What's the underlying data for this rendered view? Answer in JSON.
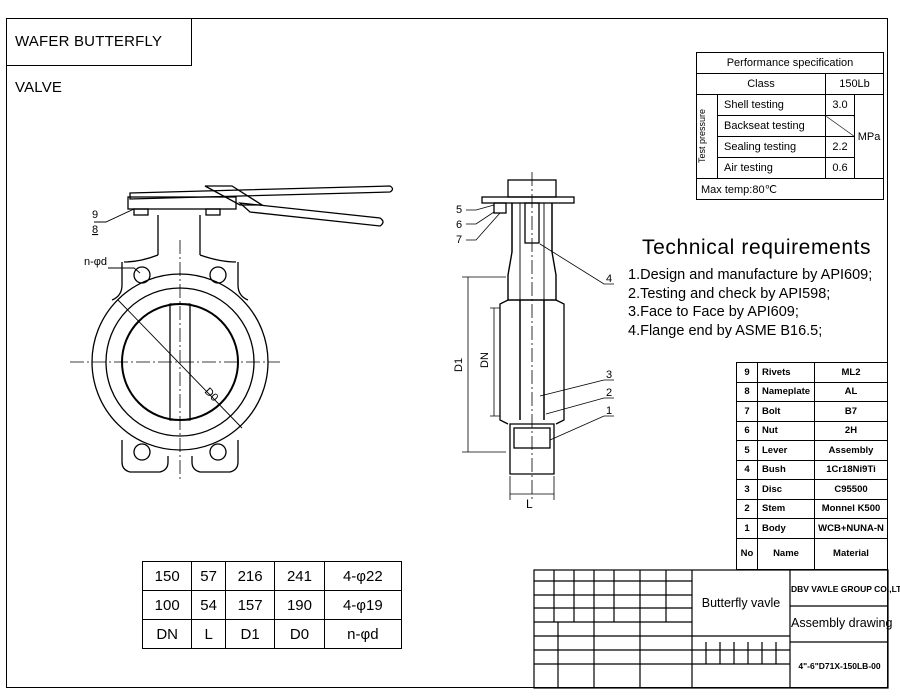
{
  "title": "WAFER BUTTERFLY VALVE",
  "performance": {
    "header": "Performance specification",
    "class_label": "Class",
    "class_value": "150Lb",
    "test_pressure_label": "Test pressure",
    "rows": [
      {
        "name": "Shell testing",
        "value": "3.0"
      },
      {
        "name": "Backseat testing",
        "value": ""
      },
      {
        "name": "Sealing testing",
        "value": "2.2"
      },
      {
        "name": "Air testing",
        "value": "0.6"
      }
    ],
    "unit": "MPa",
    "max_temp": "Max temp:80℃"
  },
  "technical": {
    "heading": "Technical requirements",
    "lines": [
      "1.Design and manufacture by API609;",
      "2.Testing and check by API598;",
      "3.Face to Face by API609;",
      "4.Flange end by ASME B16.5;"
    ]
  },
  "parts": {
    "rows": [
      {
        "no": "9",
        "name": "Rivets",
        "material": "ML2"
      },
      {
        "no": "8",
        "name": "Nameplate",
        "material": "AL"
      },
      {
        "no": "7",
        "name": "Bolt",
        "material": "B7"
      },
      {
        "no": "6",
        "name": "Nut",
        "material": "2H"
      },
      {
        "no": "5",
        "name": "Lever",
        "material": "Assembly"
      },
      {
        "no": "4",
        "name": "Bush",
        "material": "1Cr18Ni9Ti"
      },
      {
        "no": "3",
        "name": "Disc",
        "material": "C95500"
      },
      {
        "no": "2",
        "name": "Stem",
        "material": "Monnel K500"
      },
      {
        "no": "1",
        "name": "Body",
        "material": "WCB+NUNA-N"
      }
    ],
    "header": {
      "no": "No",
      "name": "Name",
      "material": "Material"
    }
  },
  "dimensions": {
    "rows": [
      [
        "150",
        "57",
        "216",
        "241",
        "4-φ22"
      ],
      [
        "100",
        "54",
        "157",
        "190",
        "4-φ19"
      ],
      [
        "DN",
        "L",
        "D1",
        "D0",
        "n-φd"
      ]
    ]
  },
  "title_block": {
    "product": "Butterfly vavle",
    "company": "DBV VAVLE GROUP CO.,LTD",
    "drawing_type": "Assembly drawing",
    "drawing_no": "4\"-6\"D71X-150LB-00"
  },
  "callouts": {
    "front_9": "9",
    "front_8": "8",
    "front_nd": "n-φd",
    "front_d0": "D0",
    "side_5": "5",
    "side_6": "6",
    "side_7": "7",
    "side_4": "4",
    "side_3": "3",
    "side_2": "2",
    "side_1": "1",
    "side_d1": "D1",
    "side_dn": "DN",
    "side_l": "L"
  },
  "colors": {
    "line": "#000000",
    "background": "#ffffff"
  }
}
